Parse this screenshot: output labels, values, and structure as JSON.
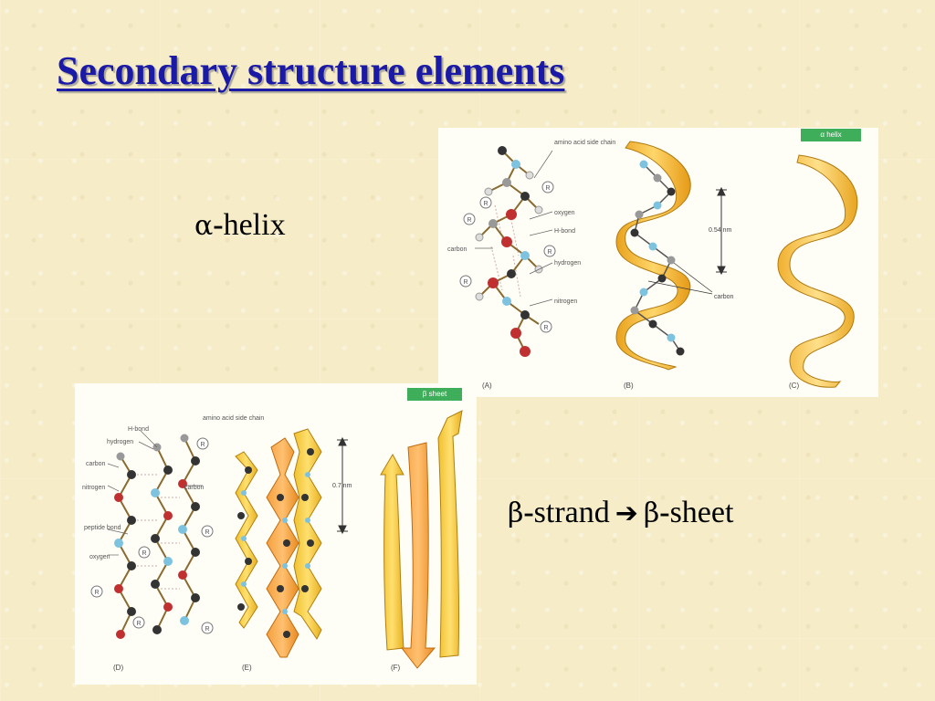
{
  "title": "Secondary structure elements",
  "alpha": {
    "greek": "α",
    "dash": "-",
    "word": "helix"
  },
  "beta": {
    "greek1": "β",
    "dash1": "-",
    "word1": "strand",
    "greek2": "β",
    "dash2": "-",
    "word2": "sheet"
  },
  "helix_figure": {
    "tag": "α helix",
    "annotations": {
      "side_chain": "amino acid side chain",
      "oxygen": "oxygen",
      "hbond": "H-bond",
      "carbon": "carbon",
      "hydrogen": "hydrogen",
      "nitrogen": "nitrogen",
      "pitch": "0.54 nm",
      "carbon_b": "carbon"
    },
    "panels": [
      "(A)",
      "(B)",
      "(C)"
    ],
    "r_label": "R"
  },
  "sheet_figure": {
    "tag": "β sheet",
    "annotations": {
      "hbond": "H-bond",
      "side_chain": "amino acid side chain",
      "hydrogen": "hydrogen",
      "carbon": "carbon",
      "nitrogen": "nitrogen",
      "carbon_r": "carbon",
      "peptide_bond": "peptide bond",
      "oxygen": "oxygen",
      "spacing": "0.7 nm"
    },
    "panels": [
      "(D)",
      "(E)",
      "(F)"
    ],
    "r_label": "R"
  }
}
